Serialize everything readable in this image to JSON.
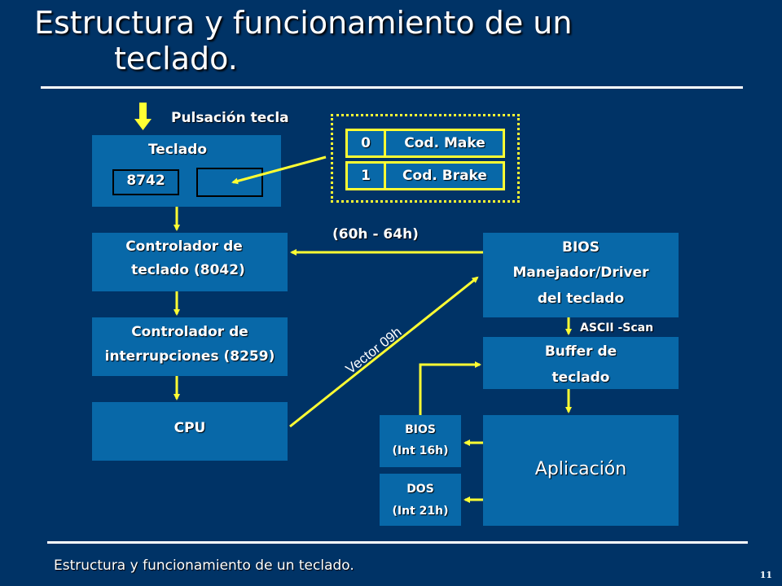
{
  "slide": {
    "title_line1": "Estructura y funcionamiento de un",
    "title_line2": "teclado.",
    "footer": "Estructura y funcionamiento de un teclado.",
    "page_number": "11"
  },
  "diagram": {
    "pulsacion_label": "Pulsación tecla",
    "teclado": {
      "label": "Teclado",
      "chip": "8742"
    },
    "codes": [
      {
        "bit": "0",
        "label": "Cod. Make"
      },
      {
        "bit": "1",
        "label": "Cod. Brake"
      }
    ],
    "controlador_teclado": {
      "line1": "Controlador de",
      "line2": "teclado (8042)"
    },
    "controlador_interrupciones": {
      "line1": "Controlador de",
      "line2": "interrupciones (8259)"
    },
    "cpu": "CPU",
    "ports_label": "(60h - 64h)",
    "vector_label": "Vector 09h",
    "bios_driver": {
      "line1": "BIOS",
      "line2": "Manejador/Driver",
      "line3": "del teclado"
    },
    "ascii_scan_label": "ASCII -Scan",
    "buffer": {
      "line1": "Buffer de",
      "line2": "teclado"
    },
    "bios_int": {
      "line1": "BIOS",
      "line2": "(Int 16h)"
    },
    "dos_int": {
      "line1": "DOS",
      "line2": "(Int 21h)"
    },
    "aplicacion": "Aplicación"
  },
  "colors": {
    "background": "#003366",
    "box": "#0868a8",
    "arrow": "#ffff33"
  }
}
